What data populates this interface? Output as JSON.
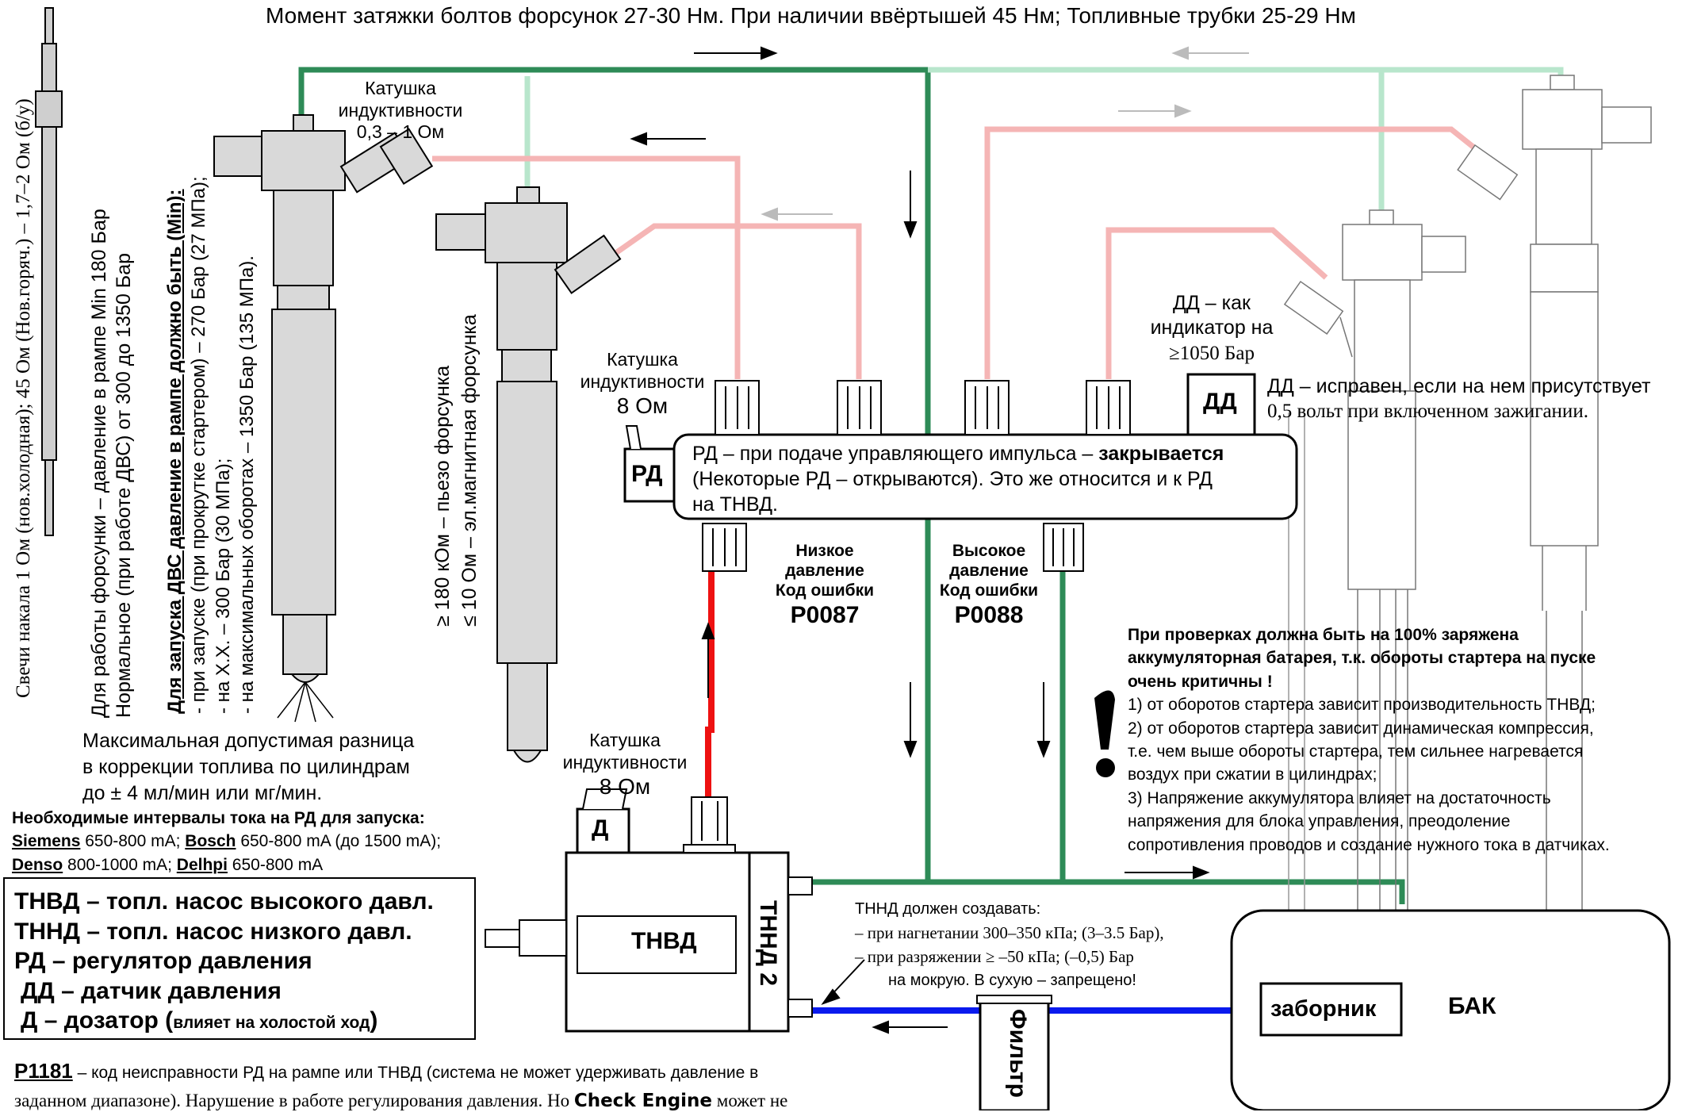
{
  "title": "Момент затяжки болтов форсунок 27-30 Нм. При наличии ввёртышей 45 Нм; Топливные трубки 25-29 Нм",
  "glow_plug": {
    "label": "Свечи накала 1 Ом (нов.холодная); 45 Ом (Нов.горяч.) – 1,7–2 Ом (б/у)"
  },
  "injector_pressure": {
    "line1": "Для работы форсунки – давление в рампе Min 180 Бар",
    "line2": "Нормальное (при работе ДВС) от 300 до 1350 Бар"
  },
  "start_pressure": {
    "heading": "Для запуска ДВС давление в рампе должно быть (Min):",
    "line1": "- при запуске (при прокрутке стартером) – 270 Бар (27 МПа);",
    "line2": "- на Х.Х. – 300 Бар (30 МПа);",
    "line3": "- на максимальных оборотах – 1350 Бар (135 МПа)."
  },
  "piezo": {
    "line1": "≥ 180 кОм – пьезо форсунка",
    "line2": "≤ 10 Ом – эл.магнитная форсунка"
  },
  "coil_injector": {
    "line1": "Катушка",
    "line2": "индуктивности",
    "line3": "0,3 – 1 Ом"
  },
  "coil_rd": {
    "line1": "Катушка",
    "line2": "индуктивности",
    "line3": "8 Ом"
  },
  "coil_pump": {
    "line1": "Катушка",
    "line2": "индуктивности",
    "line3": "8 Ом"
  },
  "dd_indicator": {
    "line1": "ДД – как",
    "line2": "индикатор на",
    "line3": "≥1050 Бар"
  },
  "dd_ok": {
    "line1": "ДД – исправен, если на нем присутствует",
    "line2": "0,5 вольт при включенном зажигании."
  },
  "rail": {
    "rd_tag": "РД",
    "dd_tag": "ДД",
    "text_pre": "РД – при подаче управляющего импульса – ",
    "text_bold": "закрывается",
    "line2": "(Некоторые РД – открываются). Это же относится и к РД",
    "line3": "на ТНВД."
  },
  "low_pressure": {
    "line1": "Низкое",
    "line2": "давление",
    "line3": "Код ошибки",
    "code": "P0087"
  },
  "high_pressure": {
    "line1": "Высокое",
    "line2": "давление",
    "line3": "Код ошибки",
    "code": "P0088"
  },
  "battery_note": {
    "b1": "При проверках должна быть на 100% заряжена",
    "b2": "аккумуляторная батарея, т.к. обороты стартера на пуске",
    "b3": "очень критичны !",
    "l1": "1) от оборотов стартера зависит производительность ТНВД;",
    "l2": "2) от оборотов стартера зависит динамическая компрессия,",
    "l3": "т.е. чем выше обороты стартера, тем сильнее нагревается",
    "l4": "воздух при сжатии в цилиндрах;",
    "l5": "3) Напряжение аккумулятора влияет на достаточность",
    "l6": "напряжения для блока управления, преодоление",
    "l7": "сопротивления проводов и создание нужного тока в датчиках."
  },
  "max_diff": {
    "line1": "Максимальная допустимая разница",
    "line2": "в коррекции топлива по цилиндрам",
    "line3": "до ± 4 мл/мин или мг/мин."
  },
  "rd_current": {
    "heading": "Необходимые интервалы тока на РД  для запуска:",
    "siemens": "Siemens",
    "siemens_val": " 650-800 mA; ",
    "bosch": "Bosch",
    "bosch_val": " 650-800 mA (до 1500 mA);",
    "denso": "Denso",
    "denso_val": " 800-1000 mA; ",
    "delphi": "Delhpi",
    "delphi_val": " 650-800 mA"
  },
  "legend": {
    "l1": "ТНВД – топл. насос высокого давл.",
    "l2": "ТННД – топл. насос низкого давл.",
    "l3": "РД – регулятор давления",
    "l4": "ДД – датчик давления",
    "l5": "Д – дозатор (",
    "l5_small": "влияет на холостой ход",
    "l5_end": ")"
  },
  "pump": {
    "tnvd": "ТНВД",
    "tnnd": "ТННД 2",
    "d_tag": "Д"
  },
  "tnnd_note": {
    "l1": "ТННД должен создавать:",
    "l2": "– при нагнетании 300–350 кПа; (3–3.5 Бар),",
    "l3": "– при разряжении ≥ –50 кПа; (–0,5) Бар",
    "l4": "на мокрую. В сухую – запрещено!"
  },
  "tank": {
    "label": "БАК",
    "pickup": "заборник"
  },
  "filter": {
    "label": "Фильтр"
  },
  "p1181": {
    "code": "P1181",
    "line1": " – код неисправности РД на рампе или ТНВД  (система не может удерживать давление в",
    "line2_pre": "заданном диапазоне). Нарушение в работе регулирования давления. Но ",
    "check": "Check Engine",
    "line2_post": " может не"
  },
  "colors": {
    "return_green": "#2e8b57",
    "return_light": "#b8e6cc",
    "high_pink": "#f5b5b5",
    "high_red": "#ee1111",
    "low_blue": "#0a1aee",
    "injector_gray": "#d9d9d9"
  }
}
